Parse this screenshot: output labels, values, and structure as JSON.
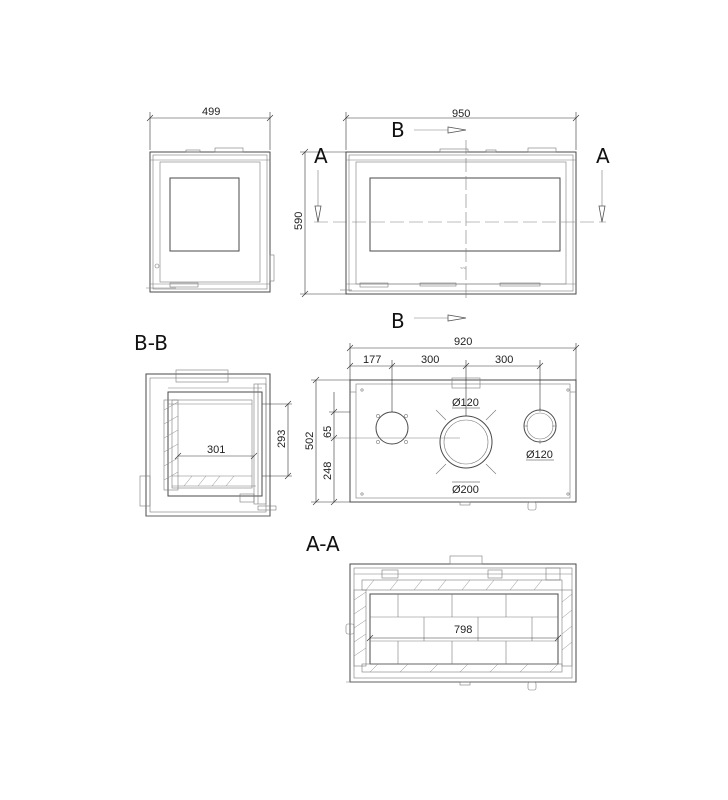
{
  "dimensions": {
    "side_width": "499",
    "front_width": "950",
    "height": "590",
    "back_width": "920",
    "offset_left": "177",
    "spacing_1": "300",
    "spacing_2": "300",
    "outlet_small_1": "Ø120",
    "outlet_small_2": "Ø120",
    "outlet_large": "Ø200",
    "back_height": "502",
    "outlet_rise": "65",
    "outlet_center_height": "248",
    "section_depth": "301",
    "section_height": "293",
    "firebox_width": "798"
  },
  "section_labels": {
    "a_left": "A",
    "a_right": "A",
    "b_top": "B",
    "b_bottom": "B",
    "section_bb": "B-B",
    "section_aa": "A-A"
  }
}
